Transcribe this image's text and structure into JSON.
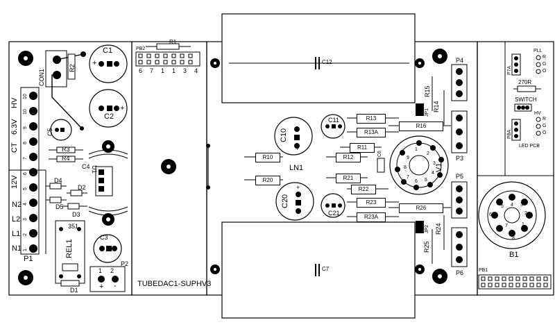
{
  "board_title": "TUBEDAC1-SUPHV3",
  "left": {
    "C1": "C1",
    "C2": "C2",
    "C3": "C3",
    "C4": "C4",
    "C5": "C5",
    "R2": "R2",
    "R3": "R3",
    "R4": "R4",
    "CON1": "CON1",
    "U1": "U1",
    "D1": "D1",
    "D2": "D2",
    "D3": "D3",
    "D4": "D4",
    "D5": "D5",
    "REL1": "REL1",
    "rel_code": "351",
    "P1": "P1",
    "P2": "P2",
    "p2_pin1": "1",
    "p2_pin2": "2",
    "p2_plus": "+",
    "p2_minus": "-",
    "plus_c1": "+",
    "plus_c2": "+",
    "terminals": [
      "HV",
      "6.3V",
      "CT",
      "12V",
      "N2",
      "L2",
      "L1",
      "N1"
    ],
    "pin_numbers": [
      "10",
      "10",
      "9",
      "8",
      "7",
      "6",
      "5",
      "4",
      "3",
      "2",
      "1"
    ]
  },
  "middle": {
    "PB2": "PB2",
    "R1": "R1",
    "header_numbers": [
      "6",
      "7",
      "1",
      "1",
      "3",
      "4"
    ]
  },
  "center": {
    "C12": "C12",
    "C7": "C7",
    "C10": "C10",
    "C11": "C11",
    "C20": "C20",
    "C21": "C21",
    "C6": "C6",
    "LN1": "LN1",
    "R10": "R10",
    "R11": "R11",
    "R12": "R12",
    "R13": "R13",
    "R13A": "R13A",
    "R14": "R14",
    "R15": "R15",
    "R16": "R16",
    "R20": "R20",
    "R21": "R21",
    "R22": "R22",
    "R23": "R23",
    "R23A": "R23A",
    "R24": "R24",
    "R25": "R25",
    "R26": "R26",
    "JP1": "JP1",
    "JP2": "JP2",
    "V1": "V1",
    "P3": "P3",
    "P4": "P4",
    "P5": "P5",
    "P6": "P6",
    "plus": "+",
    "v1_pins": [
      "1",
      "2",
      "3",
      "4",
      "5",
      "6",
      "7",
      "8",
      "9"
    ]
  },
  "right": {
    "PLL": "PLL",
    "HV": "HV",
    "led_R": "R",
    "led_G": "G",
    "led_O": "O",
    "P7A": "P7A",
    "P8A": "P8A",
    "R270": "270R",
    "SWITCH": "SWITCH",
    "LED_PCB": "LED PCB",
    "B1": "B1",
    "PB1": "PB1",
    "b1_pins": [
      "1",
      "2",
      "3",
      "4",
      "5",
      "6",
      "7",
      "8"
    ]
  }
}
